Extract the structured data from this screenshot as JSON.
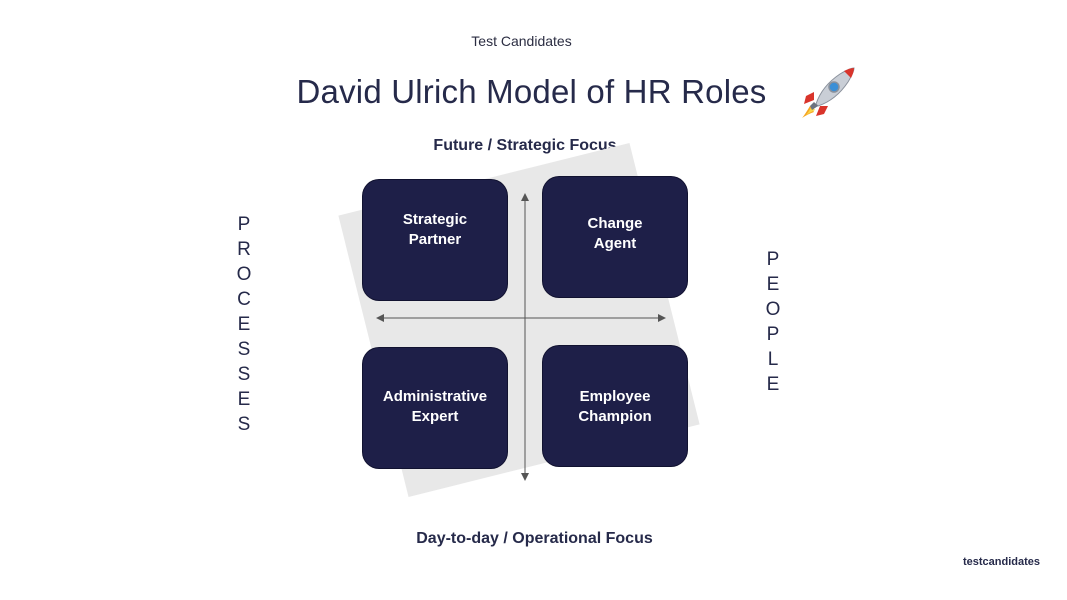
{
  "header": {
    "brand": "Test Candidates",
    "title": "David Ulrich Model of HR Roles",
    "title_icon": "rocket-icon"
  },
  "axes": {
    "top": "Future / Strategic Focus",
    "bottom": "Day-to-day / Operational Focus",
    "left": [
      "P",
      "R",
      "O",
      "C",
      "E",
      "S",
      "S",
      "E",
      "S"
    ],
    "right": [
      "P",
      "E",
      "O",
      "P",
      "L",
      "E"
    ]
  },
  "quadrants": {
    "top_left": "Strategic\nPartner",
    "top_right": "Change\nAgent",
    "bottom_left": "Administrative\nExpert",
    "bottom_right": "Employee\nChampion"
  },
  "footer": {
    "logo": "testcandidates"
  },
  "colors": {
    "card": "#1e1f48",
    "background_square": "#e8e8e8",
    "text": "#262a4a",
    "axis_line": "#555555"
  }
}
